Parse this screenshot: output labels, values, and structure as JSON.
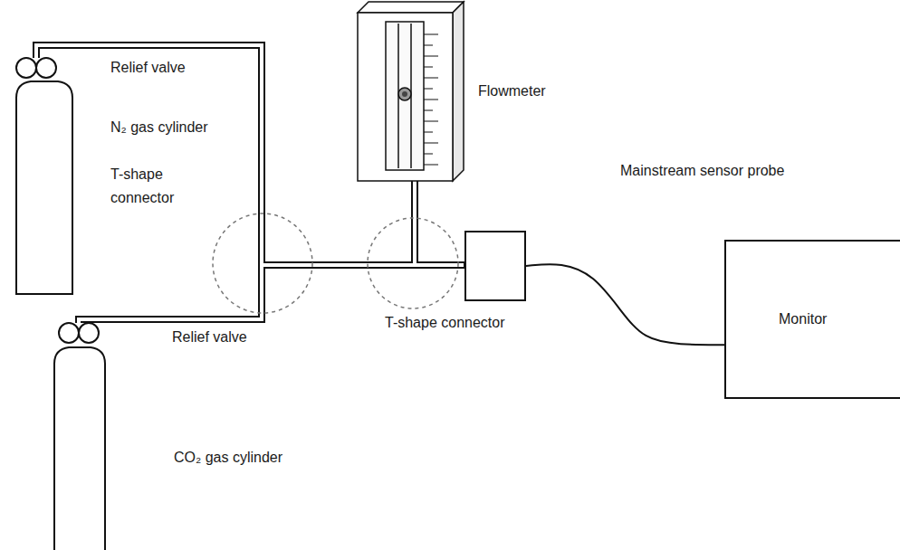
{
  "diagram": {
    "nodes": [
      {
        "text": [
          "Mainstream sensor probe"
        ]
      },
      {
        "text": [
          "Monitor"
        ]
      }
    ],
    "edges": [
      {
        "from": 0,
        "to": 1,
        "arrow": "none"
      }
    ],
    "labels": [
      "Relief valve",
      "N₂ gas cylinder",
      "T-shape connector",
      "Flowmeter",
      "T-shape connector",
      "Relief valve",
      "CO₂ gas cylinder"
    ]
  }
}
